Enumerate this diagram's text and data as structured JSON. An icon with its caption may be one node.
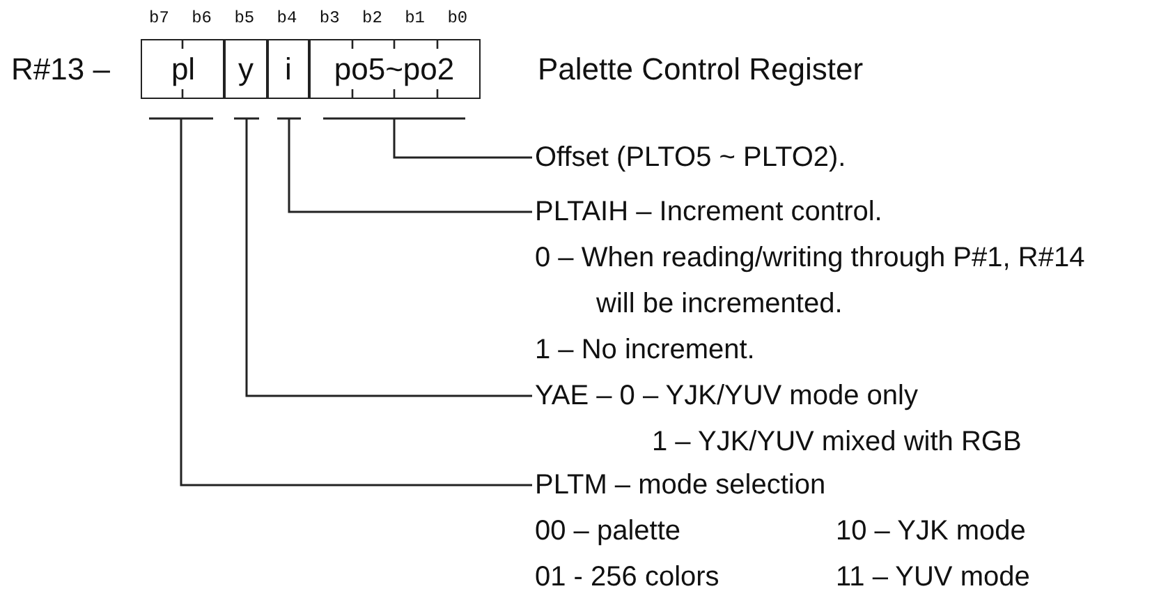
{
  "diagram": {
    "nodes": [
      {
        "text": [
          "pl"
        ]
      },
      {
        "text": [
          "y"
        ]
      },
      {
        "text": [
          "i"
        ]
      },
      {
        "text": [
          "po5~po2"
        ]
      },
      {
        "text": [
          "Offset (PLTO5 ~ PLTO2)."
        ]
      },
      {
        "text": [
          "PLTAIH – Increment control.",
          "0 – When reading/writing through P#1, R#14 will be incremented.",
          "1 – No increment."
        ]
      },
      {
        "text": [
          "YAE – 0 – YJK/YUV mode only",
          "1 – YJK/YUV mixed with RGB"
        ]
      },
      {
        "text": [
          "PLTM – mode selection",
          "00 – palette",
          "10 – YJK mode",
          "01 - 256 colors",
          "11 – YUV mode"
        ]
      }
    ],
    "edges": [
      {
        "from": 3,
        "to": 4,
        "arrow": "none"
      },
      {
        "from": 2,
        "to": 5,
        "arrow": "none"
      },
      {
        "from": 1,
        "to": 6,
        "arrow": "none"
      },
      {
        "from": 0,
        "to": 7,
        "arrow": "none"
      }
    ],
    "labels": [
      "b7",
      "b6",
      "b5",
      "b4",
      "b3",
      "b2",
      "b1",
      "b0",
      "R#13 –",
      "Palette Control Register"
    ]
  }
}
